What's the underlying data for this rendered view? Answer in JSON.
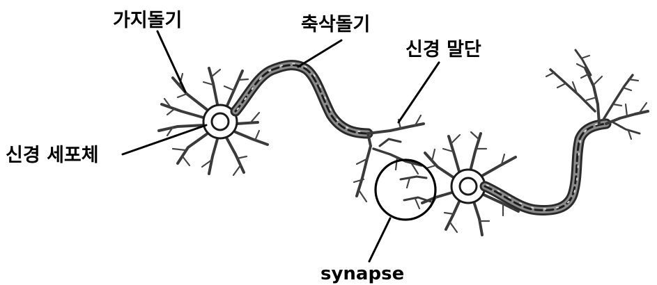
{
  "labels": {
    "dendrite": "가지돌기",
    "axon": "축삭돌기",
    "axon_terminal": "신경 말단",
    "cell_body": "신경 세포체",
    "synapse": "synapse"
  }
}
